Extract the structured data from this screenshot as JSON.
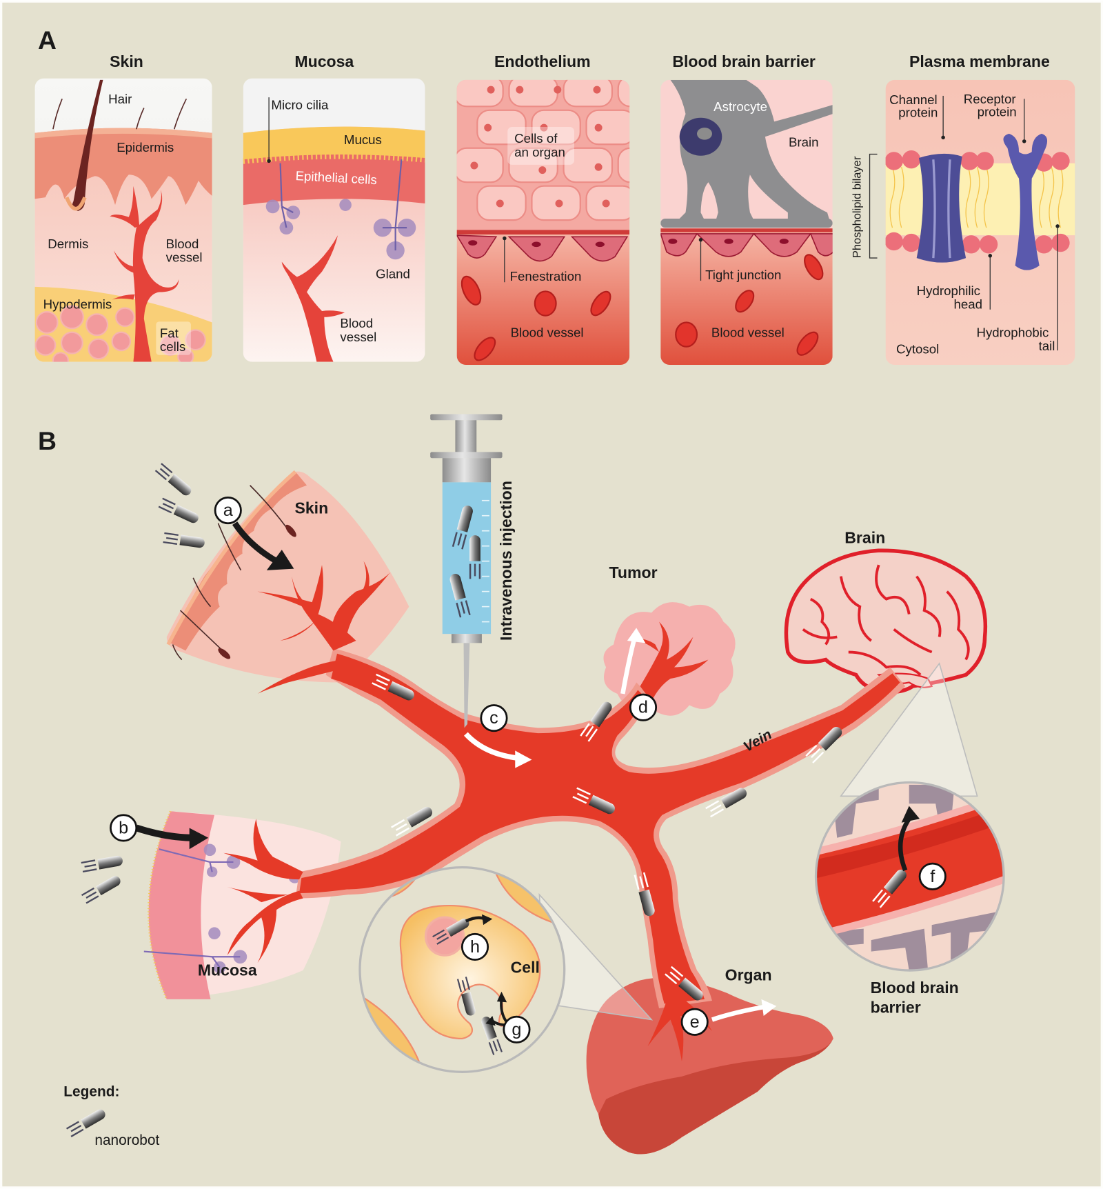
{
  "figure": {
    "panel_a": {
      "label": "A",
      "panels": [
        {
          "title": "Skin",
          "labels": {
            "hair": "Hair",
            "epidermis": "Epidermis",
            "dermis": "Dermis",
            "blood_vessel": [
              "Blood",
              "vessel"
            ],
            "hypodermis": "Hypodermis",
            "fat_cells": [
              "Fat",
              "cells"
            ]
          }
        },
        {
          "title": "Mucosa",
          "labels": {
            "micro_cilia": "Micro cilia",
            "mucus": "Mucus",
            "epithelial_cells": "Epithelial cells",
            "gland": "Gland",
            "blood_vessel": [
              "Blood",
              "vessel"
            ]
          }
        },
        {
          "title": "Endothelium",
          "labels": {
            "cells_of_organ": [
              "Cells of",
              "an organ"
            ],
            "fenestration": "Fenestration",
            "blood_vessel": "Blood vessel"
          }
        },
        {
          "title": "Blood brain barrier",
          "labels": {
            "astrocyte": "Astrocyte",
            "brain": "Brain",
            "tight_junction": "Tight junction",
            "blood_vessel": "Blood vessel"
          }
        },
        {
          "title": "Plasma membrane",
          "labels": {
            "channel_protein": [
              "Channel",
              "protein"
            ],
            "receptor_protein": [
              "Receptor",
              "protein"
            ],
            "phospholipid_bilayer": "Phospholipid bilayer",
            "hydrophilic_head": [
              "Hydrophilic",
              "head"
            ],
            "hydrophobic_tail": [
              "Hydrophobic",
              "tail"
            ],
            "cytosol": "Cytosol"
          }
        }
      ]
    },
    "panel_b": {
      "label": "B",
      "sites": {
        "skin": "Skin",
        "mucosa": "Mucosa",
        "tumor": "Tumor",
        "brain": "Brain",
        "vein": "Vein",
        "organ": "Organ",
        "cell": "Cell",
        "bbb": [
          "Blood brain",
          "barrier"
        ]
      },
      "injection_label": "Intravenous injection",
      "steps": [
        "a",
        "b",
        "c",
        "d",
        "e",
        "f",
        "g",
        "h"
      ],
      "legend": {
        "title": "Legend:",
        "items": [
          {
            "icon": "nanorobot-icon",
            "label": "nanorobot"
          }
        ]
      }
    },
    "colors": {
      "background": "#e4e1cf",
      "vessel": "#e53a28",
      "vessel_dark": "#c52218",
      "vessel_edge": "#f19a8c",
      "tissue_pink": "#f7c6bc",
      "mucus_yellow": "#f9c85a",
      "protein_purple": "#4d4d96",
      "astrocyte_gray": "#8e8e90",
      "cell_orange": "#f8c673"
    }
  }
}
